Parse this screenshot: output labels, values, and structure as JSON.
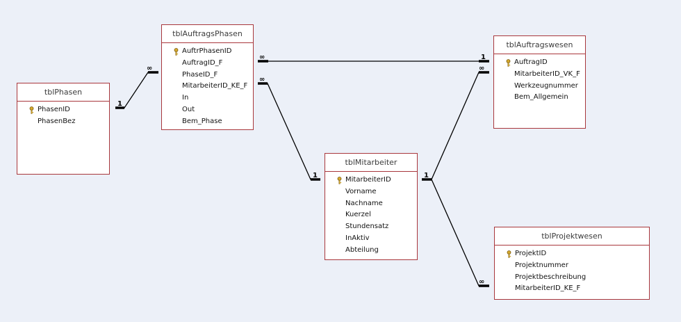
{
  "tables": [
    {
      "id": "tblPhasen",
      "title": "tblPhasen",
      "fields": [
        {
          "name": "PhasenID",
          "key": true
        },
        {
          "name": "PhasenBez",
          "key": false
        }
      ]
    },
    {
      "id": "tblAuftragsPhasen",
      "title": "tblAuftragsPhasen",
      "fields": [
        {
          "name": "AuftrPhasenID",
          "key": true
        },
        {
          "name": "AuftragID_F",
          "key": false
        },
        {
          "name": "PhaseID_F",
          "key": false
        },
        {
          "name": "MitarbeiterID_KE_F",
          "key": false
        },
        {
          "name": "In",
          "key": false
        },
        {
          "name": "Out",
          "key": false
        },
        {
          "name": "Bem_Phase",
          "key": false
        }
      ]
    },
    {
      "id": "tblMitarbeiter",
      "title": "tblMitarbeiter",
      "fields": [
        {
          "name": "MitarbeiterID",
          "key": true
        },
        {
          "name": "Vorname",
          "key": false
        },
        {
          "name": "Nachname",
          "key": false
        },
        {
          "name": "Kuerzel",
          "key": false
        },
        {
          "name": "Stundensatz",
          "key": false
        },
        {
          "name": "InAktiv",
          "key": false
        },
        {
          "name": "Abteilung",
          "key": false
        }
      ]
    },
    {
      "id": "tblAuftragswesen",
      "title": "tblAuftragswesen",
      "fields": [
        {
          "name": "AuftragID",
          "key": true
        },
        {
          "name": "MitarbeiterID_VK_F",
          "key": false
        },
        {
          "name": "Werkzeugnummer",
          "key": false
        },
        {
          "name": "Bem_Allgemein",
          "key": false
        }
      ]
    },
    {
      "id": "tblProjektwesen",
      "title": "tblProjektwesen",
      "fields": [
        {
          "name": "ProjektID",
          "key": true
        },
        {
          "name": "Projektnummer",
          "key": false
        },
        {
          "name": "Projektbeschreibung",
          "key": false
        },
        {
          "name": "MitarbeiterID_KE_F",
          "key": false
        }
      ]
    }
  ],
  "relationships": [
    {
      "from": "tblPhasen",
      "to": "tblAuftragsPhasen",
      "from_card": "1",
      "to_card": "∞"
    },
    {
      "from": "tblAuftragsPhasen",
      "to": "tblAuftragswesen",
      "from_card": "∞",
      "to_card": "1"
    },
    {
      "from": "tblAuftragsPhasen",
      "to": "tblMitarbeiter",
      "from_card": "∞",
      "to_card": "1"
    },
    {
      "from": "tblMitarbeiter",
      "to": "tblAuftragswesen",
      "from_card": "1",
      "to_card": "∞"
    },
    {
      "from": "tblMitarbeiter",
      "to": "tblProjektwesen",
      "from_card": "1",
      "to_card": "∞"
    }
  ],
  "colors": {
    "background": "#ecf0f8",
    "table_border": "#a8363b",
    "line": "#000000",
    "key_icon": "#d6aa2e"
  }
}
